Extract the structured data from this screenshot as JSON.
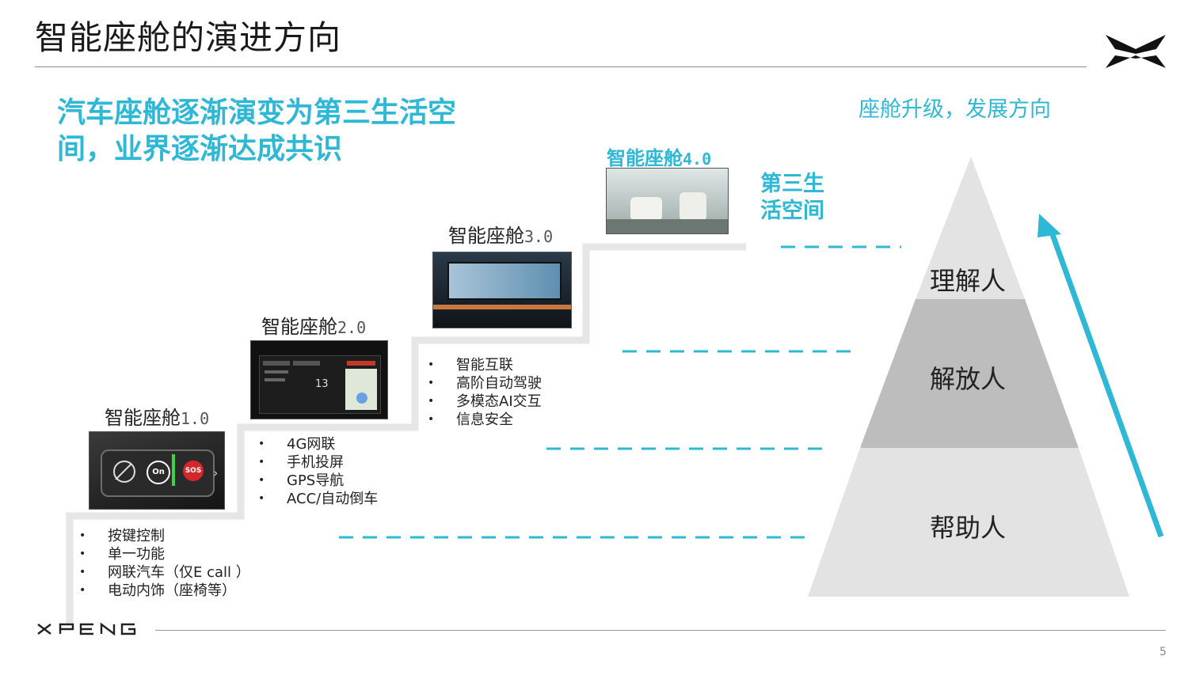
{
  "slide": {
    "title": "智能座舱的演进方向",
    "headline": "汽车座舱逐渐演变为第三生活空间，业界逐渐达成共识",
    "pyramid_caption": "座舱升级，发展方向",
    "third_space_label": "第三生活空间",
    "page_number": "5"
  },
  "stages": [
    {
      "label_cn": "智能座舱",
      "label_ver": "1.0",
      "bullets": [
        "按键控制",
        "单一功能",
        "网联汽车（仅E call ）",
        "电动内饰（座椅等）"
      ]
    },
    {
      "label_cn": "智能座舱",
      "label_ver": "2.0",
      "bullets": [
        "4G网联",
        "手机投屏",
        "GPS导航",
        "ACC/自动倒车"
      ]
    },
    {
      "label_cn": "智能座舱",
      "label_ver": "3.0",
      "bullets": [
        "智能互联",
        "高阶自动驾驶",
        "多模态AI交互",
        "信息安全"
      ]
    },
    {
      "label_cn": "智能座舱",
      "label_ver": "4.0"
    }
  ],
  "photo1": {
    "button_on": "On",
    "button_sos": "SOS",
    "chevron": "›"
  },
  "photo2": {
    "temp": "13"
  },
  "pyramid": {
    "top": "理解人",
    "middle": "解放人",
    "bottom": "帮助人"
  },
  "colors": {
    "accent": "#2fb8d6",
    "staircase": "#e6e6e6",
    "pyramid_light": "#e3e3e3",
    "pyramid_mid": "#bdbdbd"
  }
}
